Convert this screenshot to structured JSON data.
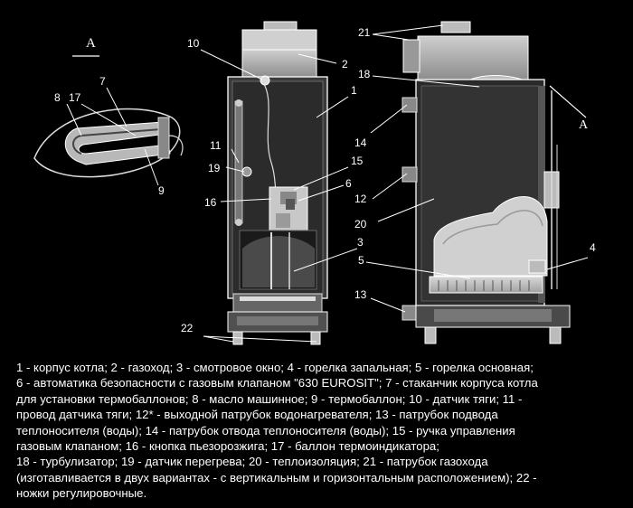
{
  "section_label": "A",
  "callouts": {
    "c1": "1",
    "c2": "2",
    "c3": "3",
    "c4": "4",
    "c5": "5",
    "c6": "6",
    "c7": "7",
    "c8": "8",
    "c9": "9",
    "c10": "10",
    "c11": "11",
    "c12": "12",
    "c13": "13",
    "c14": "14",
    "c15": "15",
    "c16": "16",
    "c17": "17",
    "c18": "18",
    "c19": "19",
    "c20": "20",
    "c21": "21",
    "c22": "22",
    "section_right": "A"
  },
  "legend_lines": [
    "1 - корпус котла; 2 - газоход; 3 - смотровое окно; 4 - горелка запальная; 5 - горелка основная;",
    "6 - автоматика безопасности с газовым клапаном \"630 EUROSIT\"; 7 - стаканчик корпуса котла",
    "для установки термобаллонов; 8 - масло машинное; 9 - термобаллон; 10 - датчик тяги; 11 -",
    "провод датчика тяги; 12* - выходной патрубок водонагревателя; 13 - патрубок подвода",
    "теплоносителя (воды); 14 - патрубок отвода теплоносителя (воды); 15 - ручка управления",
    "газовым клапаном; 16 - кнопка пьезорозжига; 17 - баллон термоиндикатора;",
    "18 - турбулизатор; 19 - датчик перегрева; 20 - теплоизоляция; 21 - патрубок газохода",
    "(изготавливается в двух вариантах - с вертикальным и горизонтальным расположением); 22 -",
    "ножки регулировочные."
  ]
}
